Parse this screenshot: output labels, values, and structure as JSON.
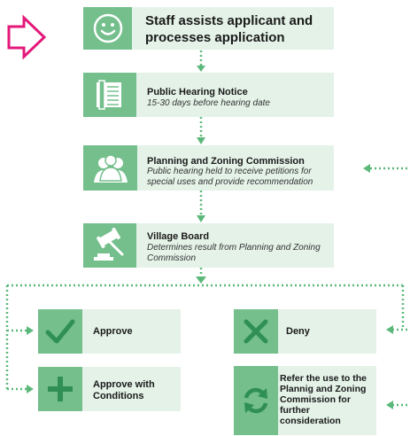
{
  "steps": {
    "staff": {
      "title": "Staff assists applicant and processes application"
    },
    "notice": {
      "title": "Public Hearing Notice",
      "subtitle": "15-30 days before hearing date"
    },
    "commission": {
      "title": "Planning and Zoning Commission",
      "subtitle": "Public hearing held to receive petitions for special uses and provide recommendation"
    },
    "board": {
      "title": "Village Board",
      "subtitle": "Determines result from Planning and Zoning Commission"
    }
  },
  "outcomes": {
    "approve": {
      "label": "Approve"
    },
    "approve_conditions": {
      "label": "Approve with Conditions"
    },
    "deny": {
      "label": "Deny"
    },
    "refer": {
      "label": "Refer the use to the Plannig and Zoning Commission for further consideration"
    }
  },
  "colors": {
    "box_bg": "#e4f2e8",
    "icon_bg": "#74bf8c",
    "connector": "#5cb87a",
    "start_arrow": "#e3197a"
  },
  "icons": [
    "smiley-icon",
    "document-icon",
    "people-icon",
    "gavel-icon",
    "checkmark-icon",
    "x-icon",
    "plus-icon",
    "refresh-icon"
  ]
}
